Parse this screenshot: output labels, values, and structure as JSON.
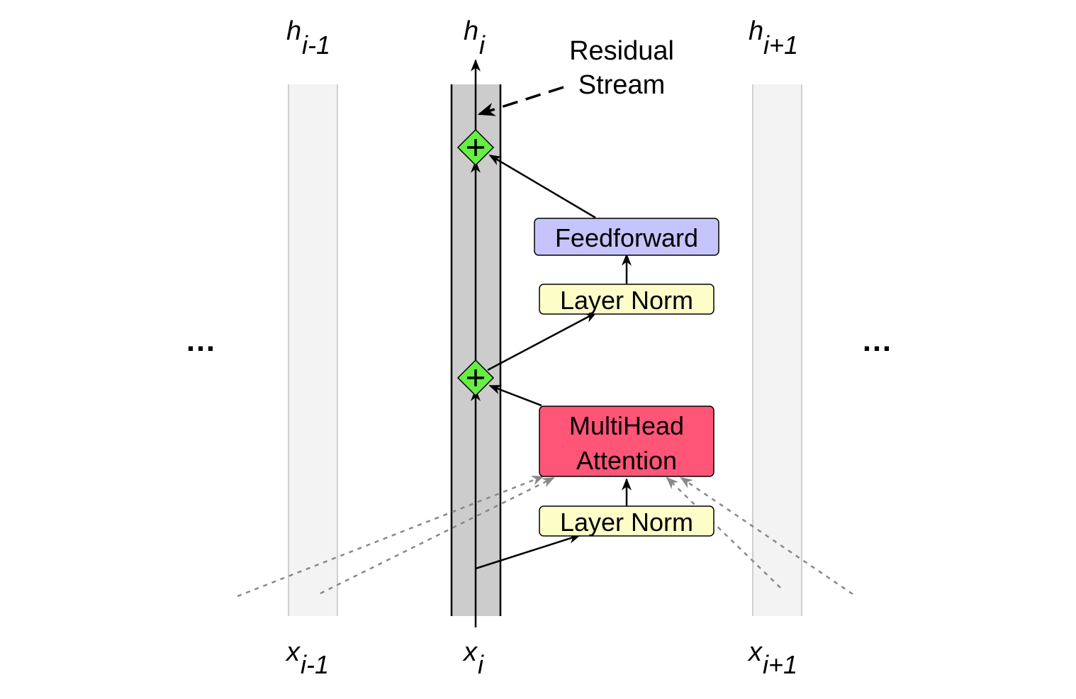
{
  "diagram": {
    "title": "Transformer block residual stream",
    "columns": [
      {
        "id": "prev",
        "top_label": {
          "base": "h",
          "sub": "i-1"
        },
        "bottom_label": {
          "base": "x",
          "sub": "i-1"
        },
        "style": "faded"
      },
      {
        "id": "current",
        "top_label": {
          "base": "h",
          "sub": "i"
        },
        "bottom_label": {
          "base": "x",
          "sub": "i"
        },
        "style": "active"
      },
      {
        "id": "next",
        "top_label": {
          "base": "h",
          "sub": "i+1"
        },
        "bottom_label": {
          "base": "x",
          "sub": "i+1"
        },
        "style": "faded"
      }
    ],
    "ellipsis_left": "…",
    "ellipsis_right": "…",
    "annotation": {
      "line1": "Residual",
      "line2": "Stream"
    },
    "boxes": {
      "feedforward": {
        "label": "Feedforward",
        "color": "#c5c5fb"
      },
      "layer_norm_top": {
        "label": "Layer Norm",
        "color": "#fdfdc8"
      },
      "attention": {
        "line1": "MultiHead",
        "line2": "Attention",
        "color": "#ff5577"
      },
      "layer_norm_bottom": {
        "label": "Layer Norm",
        "color": "#fdfdc8"
      }
    },
    "add_nodes": [
      {
        "id": "add-top",
        "symbol": "+",
        "color": "#66ee44"
      },
      {
        "id": "add-bottom",
        "symbol": "+",
        "color": "#66ee44"
      }
    ],
    "colors": {
      "stream_fill": "#cccccc",
      "faded_fill": "#f3f3f3",
      "faded_border": "#cfcfcf",
      "dotted": "#888888"
    }
  }
}
